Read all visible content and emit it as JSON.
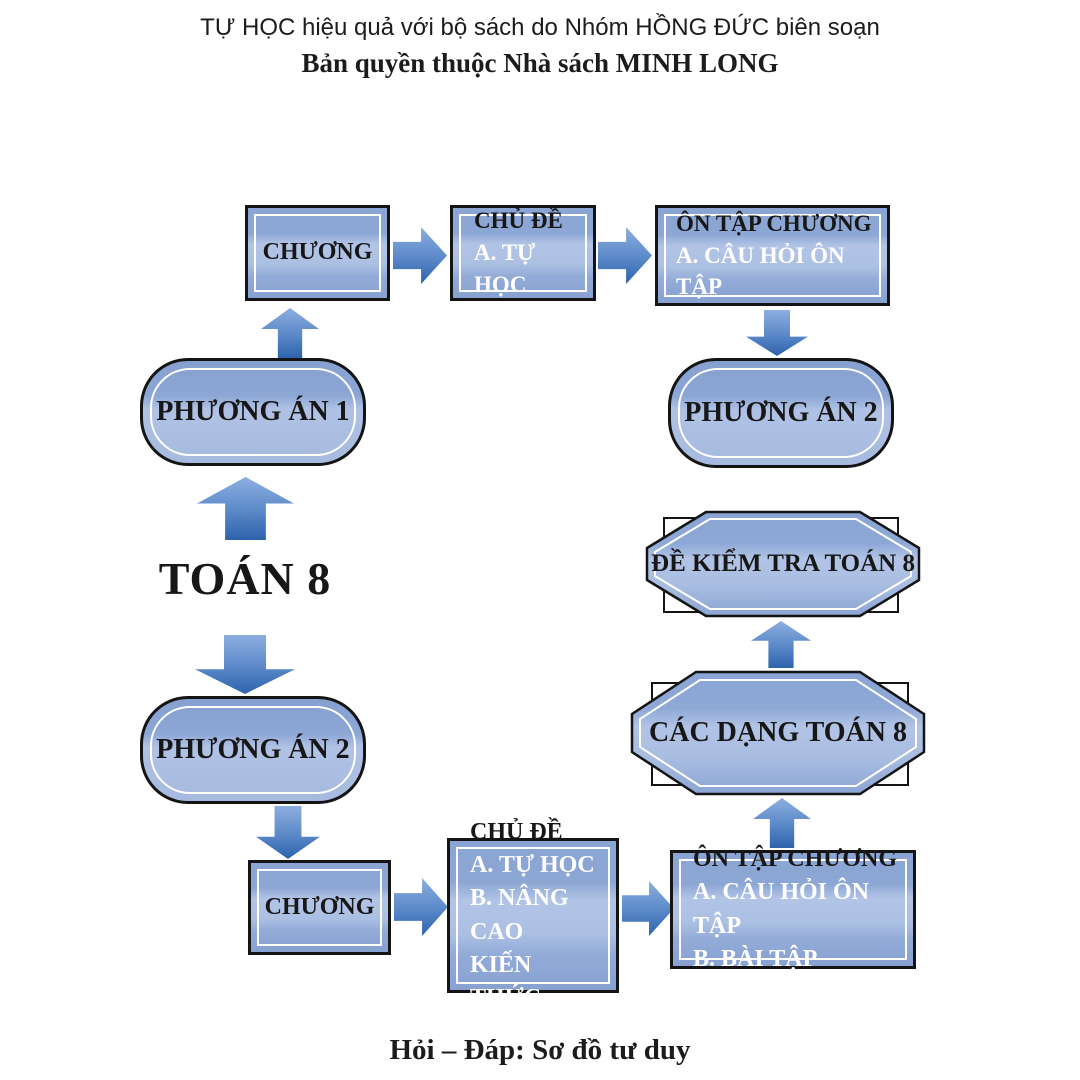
{
  "header": {
    "line1": "TỰ HỌC hiệu quả với bộ sách do Nhóm HỒNG ĐỨC biên soạn",
    "line2": "Bản quyền thuộc Nhà sách MINH LONG"
  },
  "footer": {
    "caption": "Hỏi – Đáp: Sơ đồ tư duy"
  },
  "nodes": {
    "toan_8": {
      "label": "TOÁN 8"
    },
    "chuong_top": {
      "lines": [
        "CHƯƠNG"
      ]
    },
    "chude_top": {
      "lines": [
        "CHỦ ĐỀ",
        "A. TỰ HỌC"
      ]
    },
    "ontap_top": {
      "lines": [
        "ÔN TẬP CHƯƠNG",
        "A. CÂU HỎI ÔN TẬP"
      ]
    },
    "phuong_an_1": {
      "label": "PHƯƠNG ÁN 1"
    },
    "phuong_an_2_right": {
      "label": "PHƯƠNG ÁN 2"
    },
    "de_kiem_tra": {
      "label": "ĐỀ KIỂM TRA TOÁN 8"
    },
    "cac_dang": {
      "label": "CÁC DẠNG TOÁN 8"
    },
    "phuong_an_2_left": {
      "label": "PHƯƠNG ÁN 2"
    },
    "chuong_bottom": {
      "lines": [
        "CHƯƠNG"
      ]
    },
    "chude_bottom": {
      "lines": [
        "CHỦ ĐỀ",
        "A. TỰ HỌC",
        "B. NÂNG CAO",
        "KIẾN THỨC"
      ]
    },
    "ontap_bottom": {
      "lines": [
        "ÔN TẬP CHƯƠNG",
        "A. CÂU HỎI ÔN TẬP",
        "B. BÀI TẬP"
      ]
    }
  },
  "colors": {
    "node_fill": "#8CA5D4",
    "node_fill_light": "#AFC1E3",
    "arrow_dark": "#2D62AC",
    "arrow_light": "#8DAFE0",
    "border": "#141414"
  }
}
